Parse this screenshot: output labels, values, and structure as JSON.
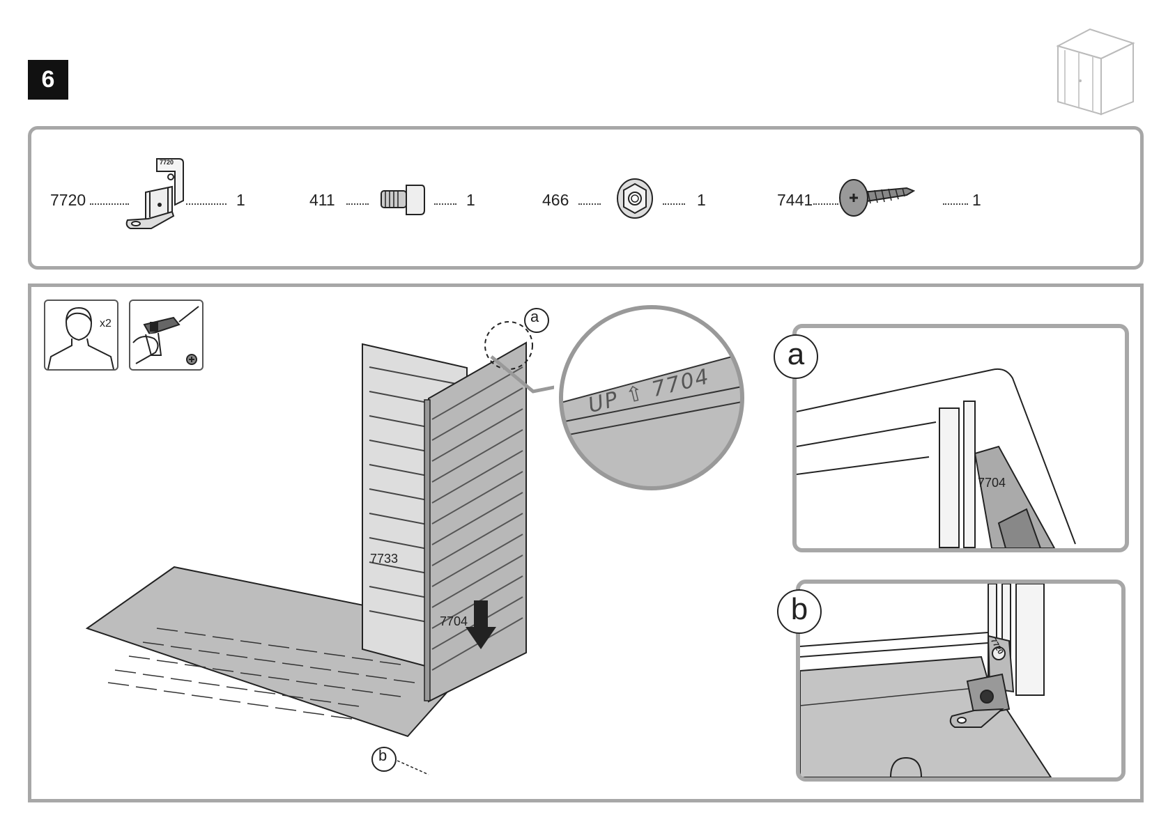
{
  "step": {
    "number": "6"
  },
  "parts": [
    {
      "code": "7720",
      "qty": "1"
    },
    {
      "code": "411",
      "qty": "1"
    },
    {
      "code": "466",
      "qty": "1"
    },
    {
      "code": "7441",
      "qty": "1"
    }
  ],
  "part_art_labels": {
    "bracket": "7720"
  },
  "tools": {
    "persons": "x2"
  },
  "main": {
    "callout_a": "a",
    "callout_b": "b",
    "back_panel_label": "7733",
    "side_panel_label": "7704"
  },
  "magnifier": {
    "text": "UP ⇧ 7704"
  },
  "detail_a": {
    "letter": "a",
    "panel_label": "7704"
  },
  "detail_b": {
    "letter": "b",
    "bracket_label": "7720"
  }
}
